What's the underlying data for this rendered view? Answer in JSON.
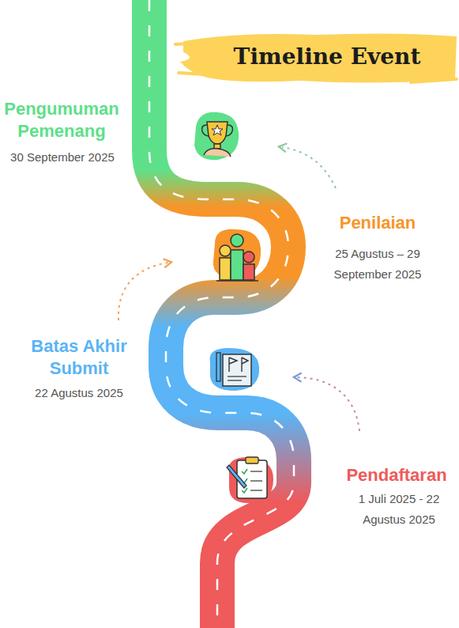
{
  "diagram": {
    "title": "Timeline Event",
    "labels": [
      "Pengumuman Pemenang",
      "30 September 2025",
      "Penilaian",
      "25 Agustus – 29 September 2025",
      "Batas Akhir Submit",
      "22 Agustus 2025",
      "Pendaftaran",
      "1 Juli 2025 - 22 Agustus 2025"
    ]
  }
}
